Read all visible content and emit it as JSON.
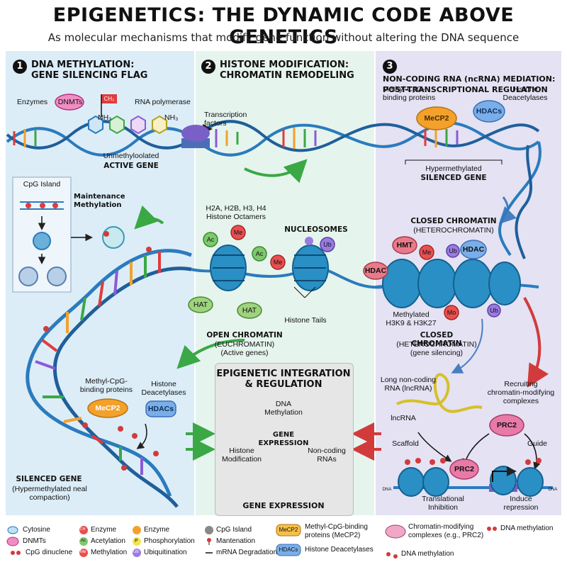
{
  "header": {
    "title_bold": "EPIGENETICS:",
    "title_rest": " THE DYNAMIC CODE ABOVE GENETICS",
    "subtitle": "As molecular mechanisms that modify gene function without altering the DNA sequence"
  },
  "panel1": {
    "number": "1",
    "heading_line1": "DNA METHYLATION:",
    "heading_line2": "GENE SILENCING FLAG",
    "enzymes": "Enzymes",
    "dnmts": "DNMTs",
    "ch3": "CH₃",
    "nh3_a": "NH₃",
    "nh3_b": "NH₃",
    "rna_polymerase": "RNA polymerase",
    "unmethylated": "Unmethyloolated",
    "active_gene": "ACTIVE GENE",
    "cpg_island": "CpG Island",
    "maintenance_1": "Maintenance",
    "maintenance_2": "Methylation",
    "mecp2_label_1": "Methyl-CpG-",
    "mecp2_label_2": "binding proteins",
    "hdac_label_1": "Histone",
    "hdac_label_2": "Deacetylases",
    "mecp2": "MeCP2",
    "hdacs": "HDACs",
    "silenced_gene": "SILENCED GENE",
    "silenced_sub_1": "(Hypermethylated neal",
    "silenced_sub_2": "compaction)"
  },
  "panel2": {
    "number": "2",
    "heading_line1": "HISTONE MODIFICATION:",
    "heading_line2": "CHROMATIN REMODELING",
    "tf_1": "Transcription",
    "tf_2": "factors",
    "histone_oct_1": "H2A, H2B, H3, H4",
    "histone_oct_2": "Histone Octamers",
    "nucleosomes": "NUCLEOSOMES",
    "ac": "Ac",
    "me": "Me",
    "ub": "Ub",
    "hat": "HAT",
    "histone_tails": "Histone Tails",
    "open_chromatin": "OPEN CHROMATIN",
    "open_sub_1": "(EUCHROMATIN)",
    "open_sub_2": "(Active genes)"
  },
  "panel3": {
    "number": "3",
    "heading_line1": "NON-CODING RNA (ncRNA) MEDIATION:",
    "heading_line2": "POST-TRANSCRIPTIONAL REGULATION",
    "mecp2_label_1": "Methyl-CpG-",
    "mecp2_label_2": "binding proteins",
    "mecp2": "MeCP2",
    "hdac_label_1": "Histone",
    "hdac_label_2": "Deacetylases",
    "hdacs": "HDACs",
    "hypermethylated": "Hypermethylated",
    "silenced_gene": "SILENCED GENE",
    "closed_chromatin": "CLOSED CHROMATIN",
    "closed_sub": "(HETEROCHROMATIN)",
    "hmt": "HMT",
    "hdac": "HDAC",
    "me": "Me",
    "mo": "Mo",
    "ub": "Ub",
    "methylated_1": "Methylated",
    "methylated_2": "H3K9 & H3K27",
    "closed2_1": "CLOSED CHROMATIN",
    "closed2_2": "(HETEROCHROMATIN)",
    "closed2_3": "(gene silencing)",
    "lncrna_1": "Long non-coding",
    "lncrna_2": "RNA (lncRNA)",
    "recruiting_1": "Recruiting",
    "recruiting_2": "chromatin-modifying",
    "recruiting_3": "complexes",
    "lncrna": "lncRNA",
    "prc2": "PRC2",
    "scaffold": "Scaffold",
    "guide": "Guide",
    "translational_1": "Translational",
    "translational_2": "Inhibition",
    "induce_1": "Induce",
    "induce_2": "repression",
    "dna_left": "DNA",
    "dna_right": "DNA"
  },
  "center": {
    "title_1": "EPIGENETIC INTEGRATION",
    "title_2": "& REGULATION",
    "dna_meth_1": "DNA",
    "dna_meth_2": "Methylation",
    "gene_expr_1": "GENE",
    "gene_expr_2": "EXPRESSION",
    "histone_1": "Histone",
    "histone_2": "Modification",
    "noncoding_1": "Non-coding",
    "noncoding_2": "RNAs",
    "bottom": "GENE EXPRESSION"
  },
  "legend": {
    "cytosine": "Cytosine",
    "dnmts": "DNMTs",
    "cpg_dinuclene": "CpG dinuclene",
    "enzyme_a": "Enzyme",
    "acetylation": "Acetylation",
    "methylation": "Methylation",
    "enzyme_b": "Enzyme",
    "phosphorylation": "Phosphorylation",
    "ubiquitination": "Ubiquitination",
    "cpg_island": "CpG Island",
    "mantenation": "Mantenation",
    "mrna_degradation": "mRNA Degradation",
    "mecp2_chip": "MeCP2",
    "mecp2_desc_1": "Methyl-CpG-binding",
    "mecp2_desc_2": "proteins (MeCP2)",
    "hdacs_chip": "HDACs",
    "hdacs_desc": "Histone Deacetylases",
    "chromatin_desc_1": "Chromatin-modifying",
    "chromatin_desc_2": "complexes (e.g., PRC2)",
    "dna_meth_a": "DNA methylation",
    "dna_meth_b": "DNA methylation",
    "chip_ac": "Ac",
    "chip_me": "Me",
    "chip_p": "P",
    "chip_ub": "Ub",
    "chip_ch": "CH"
  }
}
